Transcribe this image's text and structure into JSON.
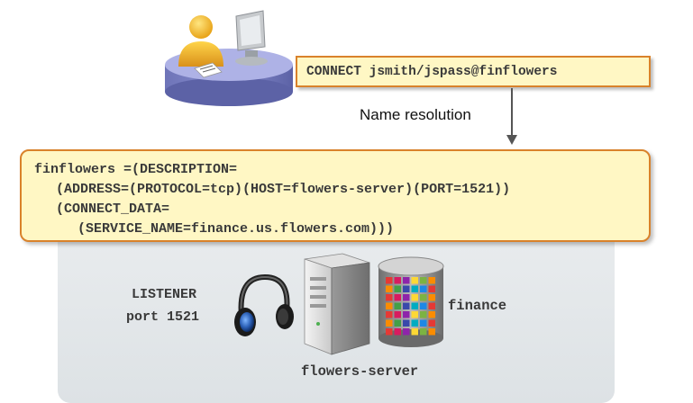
{
  "client": {
    "command": "CONNECT jsmith/jspass@finflowers"
  },
  "resolution": {
    "label": "Name resolution"
  },
  "descriptor": {
    "lines": [
      "finflowers =(DESCRIPTION=",
      "(ADDRESS=(PROTOCOL=tcp)(HOST=flowers-server)(PORT=1521))",
      "(CONNECT_DATA=",
      "(SERVICE_NAME=finance.us.flowers.com)))"
    ]
  },
  "server": {
    "listener_label": "LISTENER",
    "listener_port": "port 1521",
    "database_label": "finance",
    "host_label": "flowers-server"
  },
  "colors": {
    "callout_fill": "#fff7c4",
    "callout_border": "#d9822b",
    "panel": "#e3e7ea"
  }
}
